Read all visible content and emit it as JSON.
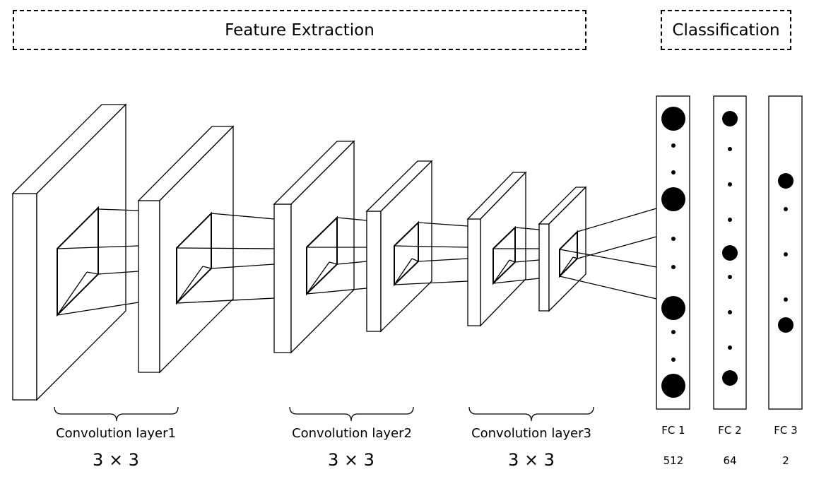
{
  "headers": {
    "feature_extraction": "Feature Extraction",
    "classification": "Classification"
  },
  "conv_layers": [
    {
      "label": "Convolution layer1",
      "kernel": "3 × 3"
    },
    {
      "label": "Convolution layer2",
      "kernel": "3 × 3"
    },
    {
      "label": "Convolution layer3",
      "kernel": "3 × 3"
    }
  ],
  "fc_layers": [
    {
      "name": "FC 1",
      "units": "512"
    },
    {
      "name": "FC 2",
      "units": "64"
    },
    {
      "name": "FC 3",
      "units": "2"
    }
  ]
}
